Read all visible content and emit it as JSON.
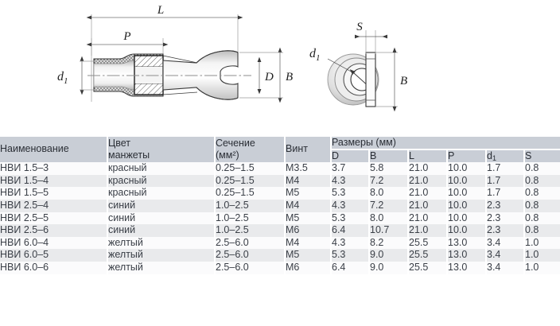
{
  "diagram": {
    "side_view": {
      "labels": {
        "length": "L",
        "barrel": "P",
        "fork_opening": "D",
        "width": "B",
        "inner_diameter": "d",
        "inner_diameter_sub": "1"
      }
    },
    "section_view": {
      "labels": {
        "thickness": "S",
        "width": "B",
        "inner_diameter": "d",
        "inner_diameter_sub": "1"
      }
    }
  },
  "table": {
    "headers": {
      "name": "Наименование",
      "sleeve_color_line1": "Цвет",
      "sleeve_color_line2": "манжеты",
      "section_line1": "Сечение",
      "section_line2": "(мм²)",
      "screw": "Винт",
      "dimensions_group": "Размеры (мм)",
      "dim_D": "D",
      "dim_B": "B",
      "dim_L": "L",
      "dim_P": "P",
      "dim_d1": "d",
      "dim_d1_sub": "1",
      "dim_S": "S"
    },
    "rows": [
      {
        "name": "НВИ 1.5–3",
        "color": "красный",
        "section": "0.25–1.5",
        "screw": "M3.5",
        "D": "3.7",
        "B": "5.8",
        "L": "21.0",
        "P": "10.0",
        "d1": "1.7",
        "S": "0.8"
      },
      {
        "name": "НВИ 1.5–4",
        "color": "красный",
        "section": "0.25–1.5",
        "screw": "M4",
        "D": "4.3",
        "B": "7.2",
        "L": "21.0",
        "P": "10.0",
        "d1": "1.7",
        "S": "0.8"
      },
      {
        "name": "НВИ 1.5–5",
        "color": "красный",
        "section": "0.25–1.5",
        "screw": "M5",
        "D": "5.3",
        "B": "8.0",
        "L": "21.0",
        "P": "10.0",
        "d1": "1.7",
        "S": "0.8"
      },
      {
        "name": "НВИ 2.5–4",
        "color": "синий",
        "section": "1.0–2.5",
        "screw": "M4",
        "D": "4.3",
        "B": "7.2",
        "L": "21.0",
        "P": "10.0",
        "d1": "2.3",
        "S": "0.8"
      },
      {
        "name": "НВИ 2.5–5",
        "color": "синий",
        "section": "1.0–2.5",
        "screw": "M5",
        "D": "5.3",
        "B": "8.0",
        "L": "21.0",
        "P": "10.0",
        "d1": "2.3",
        "S": "0.8"
      },
      {
        "name": "НВИ 2.5–6",
        "color": "синий",
        "section": "1.0–2.5",
        "screw": "M6",
        "D": "6.4",
        "B": "10.7",
        "L": "21.0",
        "P": "10.0",
        "d1": "2.3",
        "S": "0.8"
      },
      {
        "name": "НВИ 6.0–4",
        "color": "желтый",
        "section": "2.5–6.0",
        "screw": "M4",
        "D": "4.3",
        "B": "8.2",
        "L": "25.5",
        "P": "13.0",
        "d1": "3.4",
        "S": "1.0"
      },
      {
        "name": "НВИ 6.0–5",
        "color": "желтый",
        "section": "2.5–6.0",
        "screw": "M5",
        "D": "5.3",
        "B": "9.0",
        "L": "25.5",
        "P": "13.0",
        "d1": "3.4",
        "S": "1.0"
      },
      {
        "name": "НВИ 6.0–6",
        "color": "желтый",
        "section": "2.5–6.0",
        "screw": "M6",
        "D": "6.4",
        "B": "9.0",
        "L": "25.5",
        "P": "13.0",
        "d1": "3.4",
        "S": "1.0"
      }
    ]
  },
  "colors": {
    "header_bg": "#c9ced6",
    "header_text": "#2b2f36",
    "row_light": "#fbfbfc",
    "row_dark": "#e9eaec",
    "body_text": "#3a3f47",
    "line": "#3a3a3a"
  }
}
